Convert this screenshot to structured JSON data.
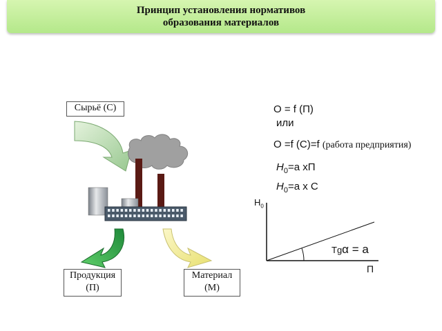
{
  "title": {
    "line1": "Принцип установления нормативов",
    "line2": "образования материалов"
  },
  "labels": {
    "raw": "Сырьё (С)",
    "product_line1": "Продукция",
    "product_line2": "(П)",
    "material_line1": "Материал",
    "material_line2": "(М)"
  },
  "formulas": {
    "f1": "О = f (П)",
    "or": "или",
    "f2_main": "О =f (С)=f",
    "f2_note": "(работа предприятия)",
    "f3_h": "Н",
    "f3_sub": "0",
    "f3_rest": "=а хП",
    "f4_h": "Н",
    "f4_sub": "0",
    "f4_rest": "=а х С"
  },
  "graph": {
    "y_axis": "Н",
    "y_sub": "0",
    "x_axis": "П",
    "tg_prefix": "Tg",
    "tg_rest": "α = а"
  },
  "colors": {
    "banner": "#c4eea0",
    "arrow_top": "#b8dca8",
    "arrow_left": "#2fa34a",
    "arrow_right": "#f5f0a0",
    "chimney": "#5a1a14",
    "factory": "#4a5a6a"
  }
}
